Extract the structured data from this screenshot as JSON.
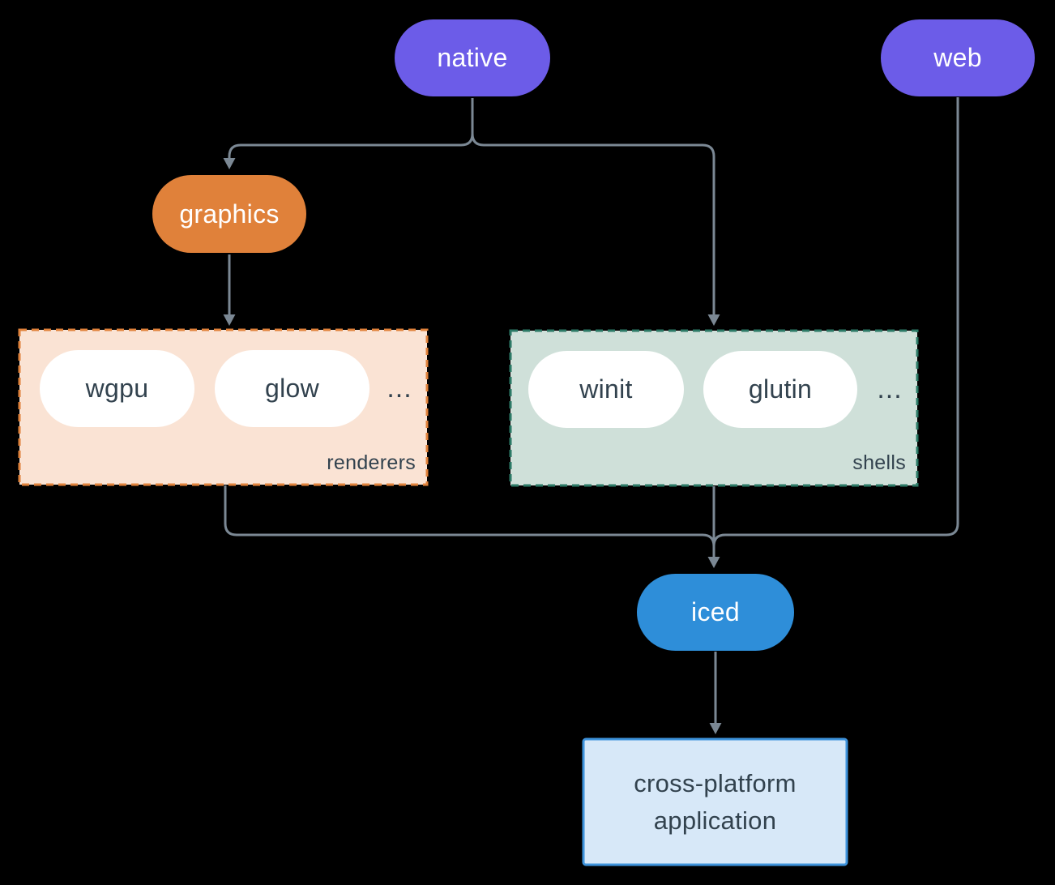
{
  "colors": {
    "background": "#000000",
    "edge": "#7b8894",
    "native": "#6c5ce8",
    "web": "#6c5ce8",
    "graphics": "#e0813a",
    "iced": "#2e8ed9",
    "pill_text_light": "#ffffff",
    "pill_text_dark": "#32424e",
    "renderers_fill": "#fae3d4",
    "renderers_border": "#e0823b",
    "shells_fill": "#cfe0d9",
    "shells_border": "#2c7a66",
    "app_fill": "#d7e8f8",
    "app_border": "#3e93dc"
  },
  "nodes": {
    "native": {
      "label": "native"
    },
    "web": {
      "label": "web"
    },
    "graphics": {
      "label": "graphics"
    },
    "iced": {
      "label": "iced"
    },
    "app": {
      "lines": [
        "cross-platform",
        "application"
      ]
    }
  },
  "groups": {
    "renderers": {
      "label": "renderers",
      "items": [
        "wgpu",
        "glow",
        "..."
      ]
    },
    "shells": {
      "label": "shells",
      "items": [
        "winit",
        "glutin",
        "..."
      ]
    }
  }
}
